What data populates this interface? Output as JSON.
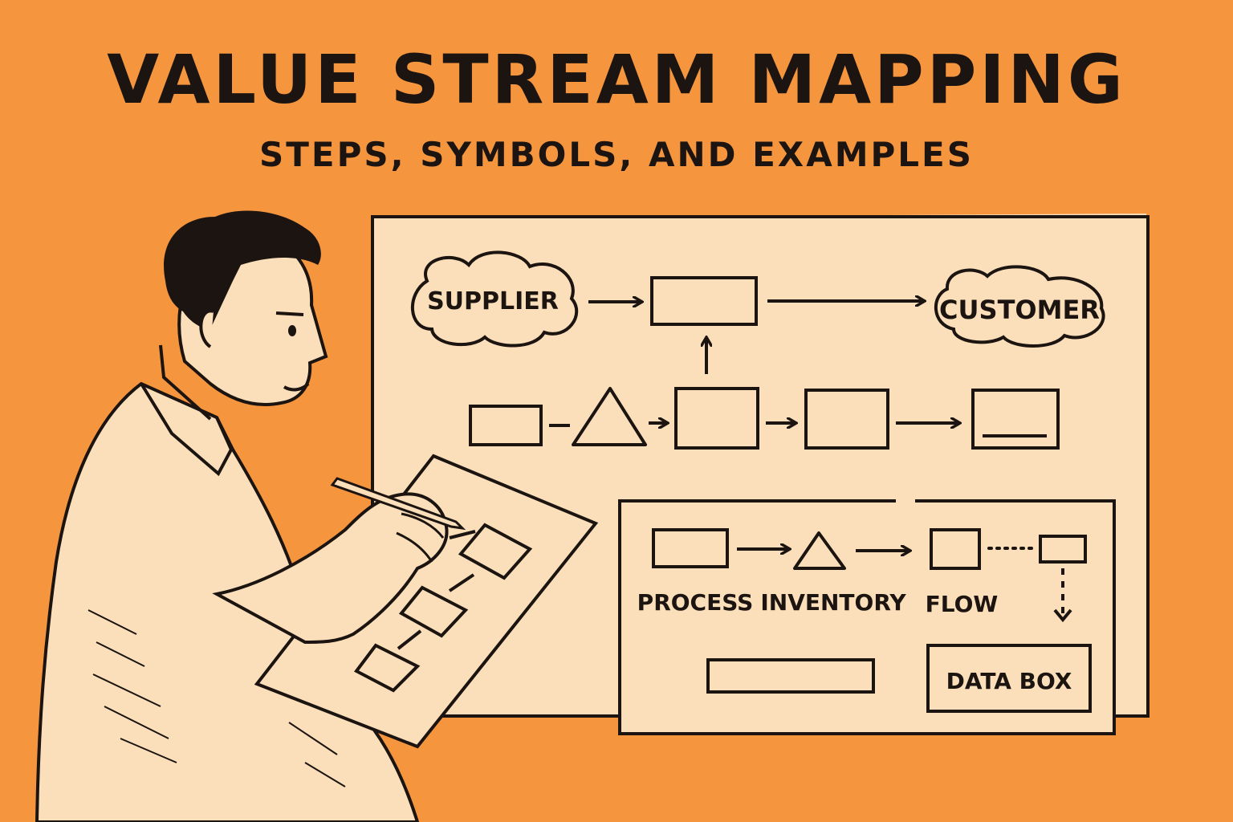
{
  "header": {
    "title": "VALUE STREAM MAPPING",
    "subtitle": "STEPS, SYMBOLS, AND EXAMPLES"
  },
  "board": {
    "supplier_label": "SUPPLIER",
    "customer_label": "CUSTOMER"
  },
  "legend": {
    "process_label": "PROCESS",
    "inventory_label": "INVENTORY",
    "flow_label": "FLOW",
    "data_box_label": "DATA BOX"
  },
  "colors": {
    "background": "#f5963f",
    "paper": "#fbdfba",
    "ink": "#1b1410"
  }
}
